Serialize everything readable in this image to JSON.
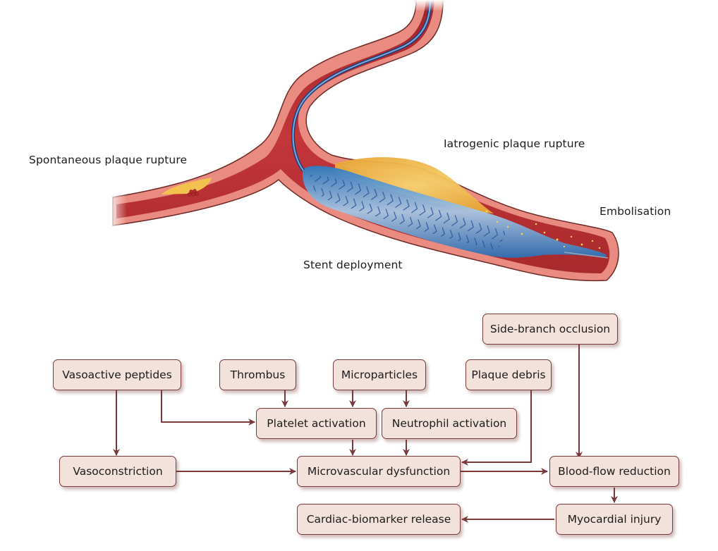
{
  "illustration": {
    "labels": {
      "spontaneous": "Spontaneous plaque rupture",
      "iatrogenic": "Iatrogenic plaque rupture",
      "embolisation": "Embolisation",
      "stent": "Stent deployment"
    },
    "colors": {
      "vessel_wall": "#e98b80",
      "vessel_outline": "#6e2a26",
      "lumen": "#b52f33",
      "plaque": "#f2c14e",
      "stent": "#3a86c8",
      "wire": "#2f5ea8"
    }
  },
  "flowchart": {
    "colors": {
      "box_fill": "#f2e2db",
      "box_border": "#7a3a3a",
      "arrow": "#7a3a3a"
    },
    "nodes": {
      "side_branch": "Side-branch occlusion",
      "vasoactive": "Vasoactive peptides",
      "thrombus": "Thrombus",
      "microparticles": "Microparticles",
      "plaque_debris": "Plaque debris",
      "platelet": "Platelet activation",
      "neutrophil": "Neutrophil activation",
      "vasoconstriction": "Vasoconstriction",
      "microvascular": "Microvascular dysfunction",
      "bloodflow": "Blood-flow reduction",
      "biomarker": "Cardiac-biomarker release",
      "myocardial": "Myocardial injury"
    },
    "edges": [
      [
        "vasoactive",
        "vasoconstriction"
      ],
      [
        "vasoactive",
        "platelet"
      ],
      [
        "thrombus",
        "platelet"
      ],
      [
        "microparticles",
        "platelet"
      ],
      [
        "microparticles",
        "neutrophil"
      ],
      [
        "platelet",
        "microvascular"
      ],
      [
        "neutrophil",
        "microvascular"
      ],
      [
        "plaque_debris",
        "microvascular"
      ],
      [
        "vasoconstriction",
        "microvascular"
      ],
      [
        "microvascular",
        "bloodflow"
      ],
      [
        "side_branch",
        "bloodflow"
      ],
      [
        "bloodflow",
        "myocardial"
      ],
      [
        "myocardial",
        "biomarker"
      ]
    ]
  }
}
